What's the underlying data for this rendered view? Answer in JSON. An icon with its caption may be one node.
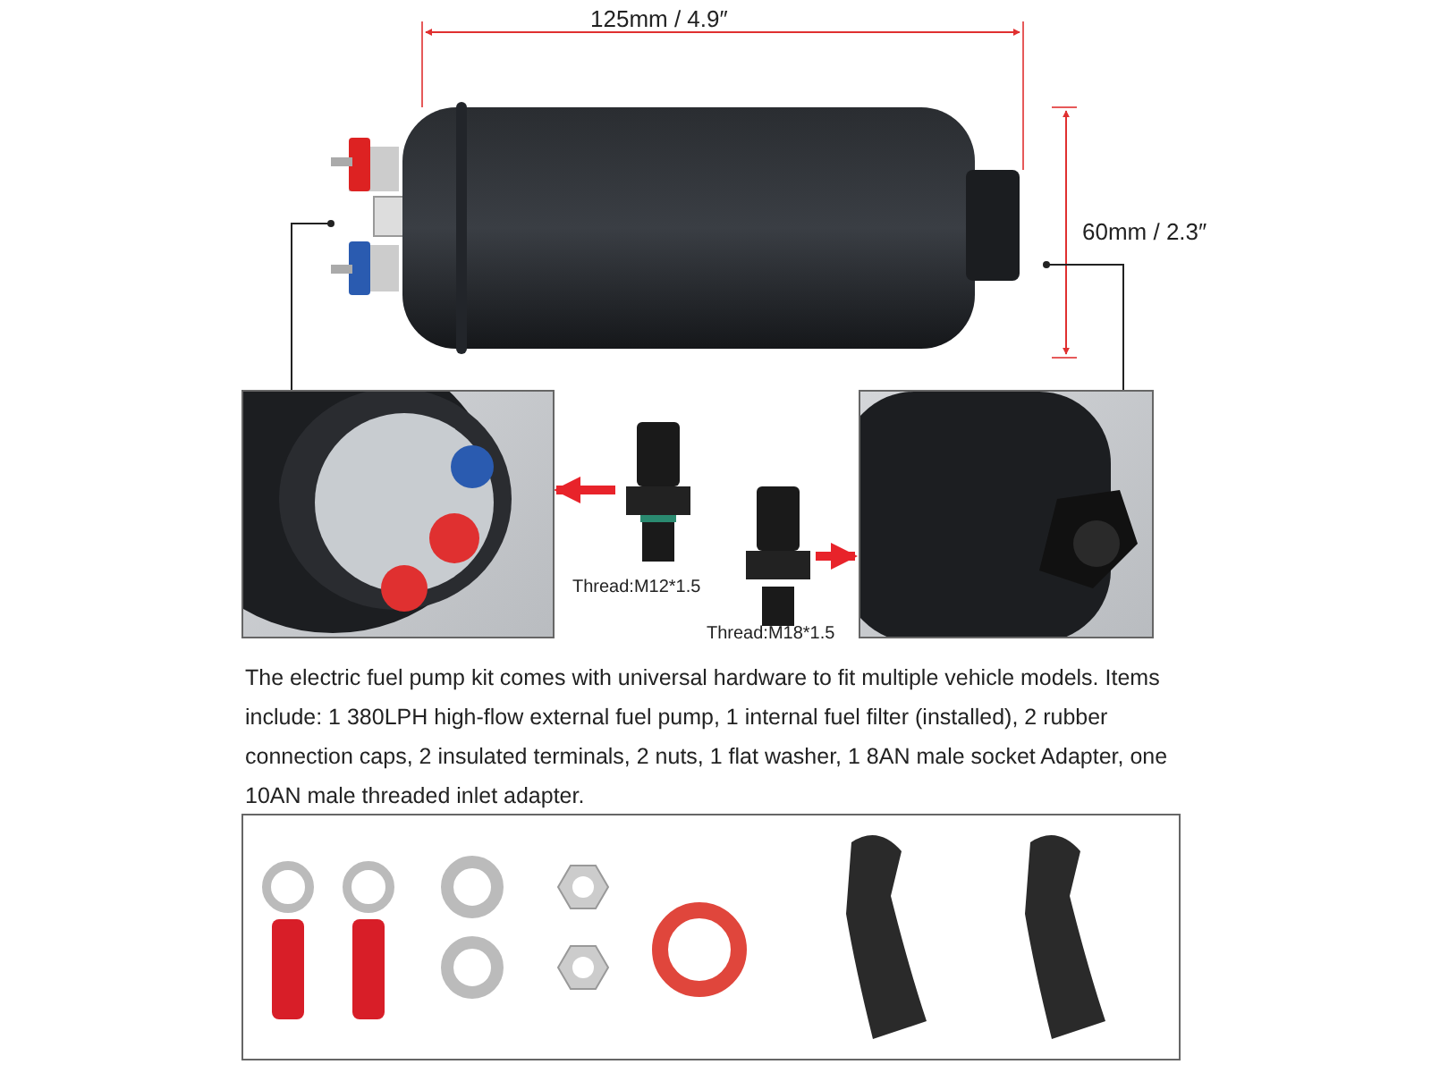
{
  "diagram": {
    "nodes": [
      {
        "text": [],
        "shape": "picture"
      },
      {
        "text": [],
        "shape": "picture"
      },
      {
        "text": [],
        "shape": "picture",
        "beside": [
          "Thread:M12*1.5"
        ]
      },
      {
        "text": [],
        "shape": "picture",
        "beside": [
          "Thread:M18*1.5"
        ]
      },
      {
        "text": [],
        "shape": "picture"
      },
      {
        "text": [],
        "shape": "picture"
      }
    ],
    "edges": [
      {
        "from": 0,
        "to": 1,
        "arrow": "other"
      },
      {
        "from": 0,
        "to": 4,
        "arrow": "other"
      },
      {
        "from": 2,
        "to": 1,
        "arrow": "to",
        "style": "thick",
        "color": "#e8232a"
      },
      {
        "from": 3,
        "to": 4,
        "arrow": "to",
        "style": "thick",
        "color": "#e8232a"
      }
    ],
    "labels": [
      "125mm / 4.9″",
      "60mm / 2.3″",
      "The electric fuel pump kit comes with universal hardware to fit multiple vehicle models. Items include: 1 380LPH high-flow external fuel pump, 1 internal fuel filter (installed), 2 rubber connection caps, 2 insulated terminals, 2 nuts, 1 flat washer, 1 8AN male socket Adapter, one 10AN male threaded inlet adapter."
    ]
  }
}
